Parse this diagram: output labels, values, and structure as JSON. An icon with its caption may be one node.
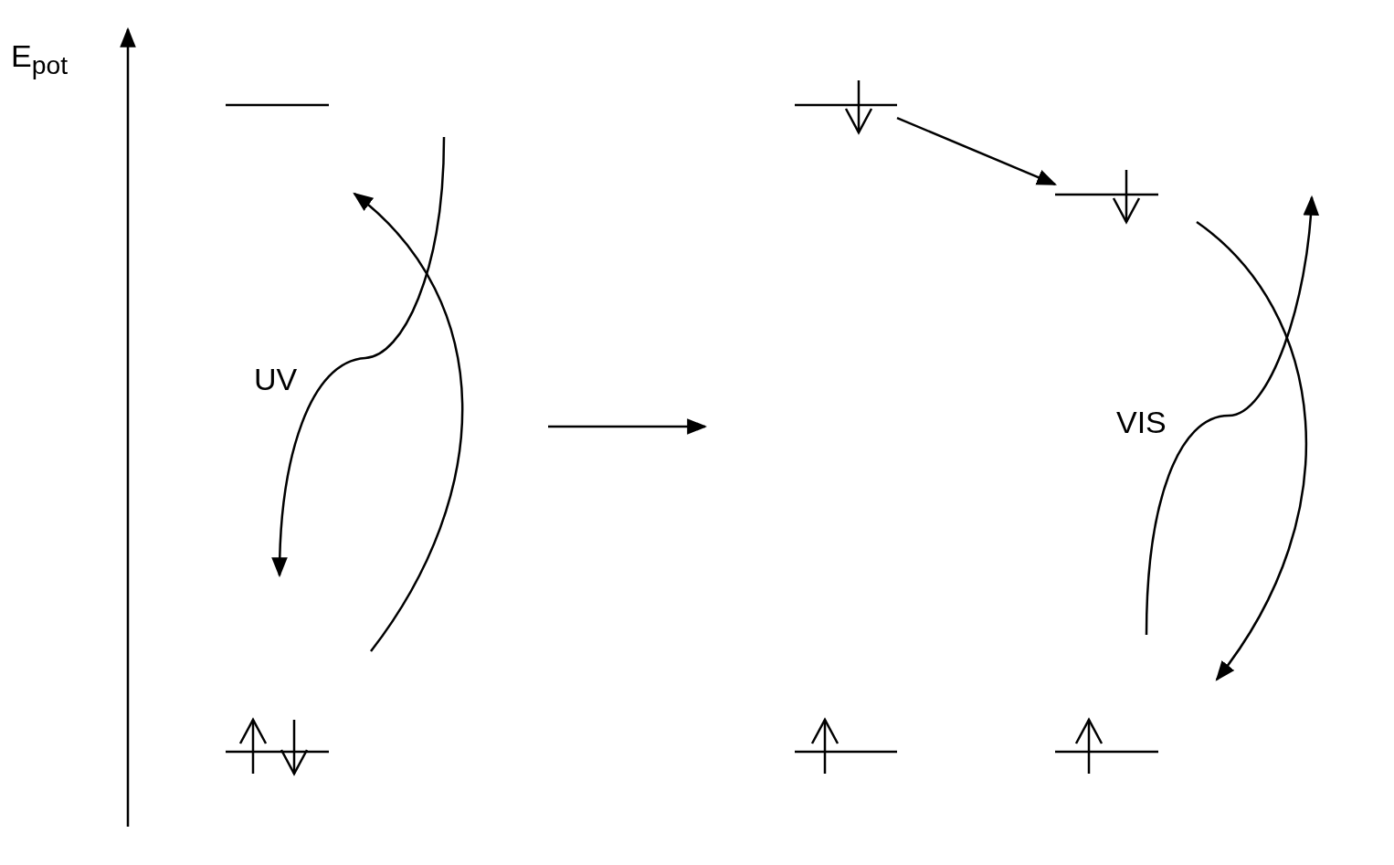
{
  "diagram": {
    "nodes": [
      {
        "text": [],
        "shape": "bar"
      },
      {
        "text": [],
        "shape": "bar"
      },
      {
        "text": [],
        "shape": "bar"
      },
      {
        "text": [],
        "shape": "bar"
      },
      {
        "text": [],
        "shape": "bar"
      },
      {
        "text": [],
        "shape": "bar"
      }
    ],
    "edges": [
      {
        "from": 2,
        "to": 4,
        "arrow": "to"
      }
    ],
    "labels": [
      "E$_{pot}$",
      "UV",
      "VIS"
    ]
  }
}
